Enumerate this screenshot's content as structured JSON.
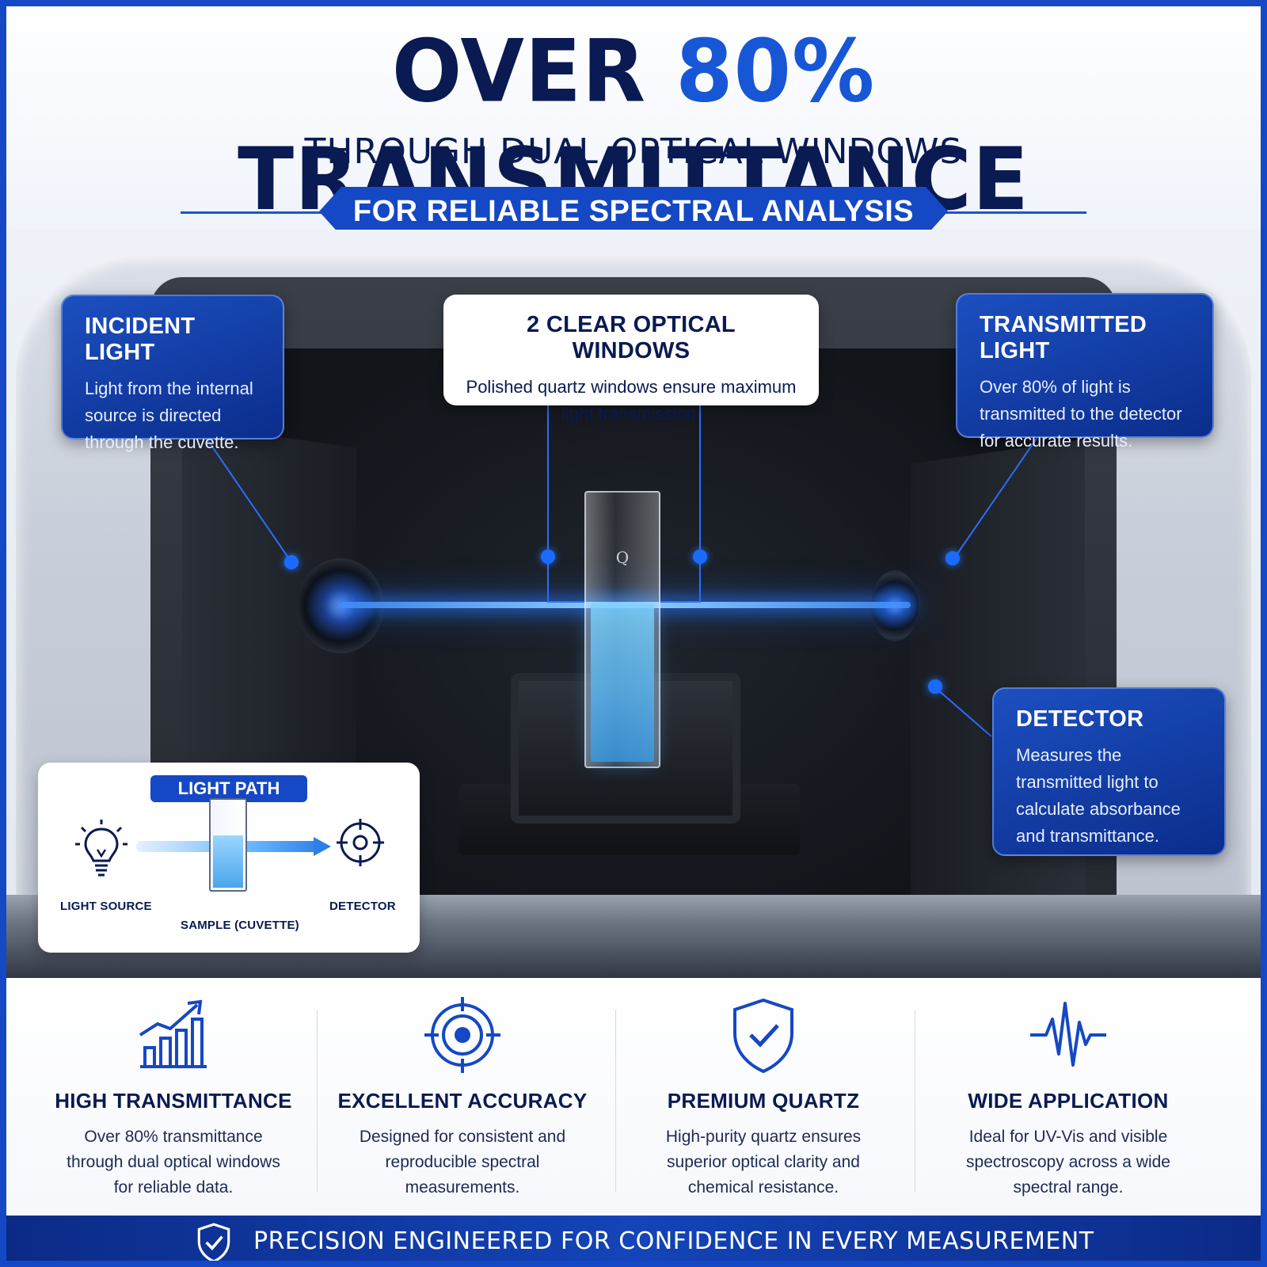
{
  "header": {
    "title_pre": "OVER ",
    "title_highlight": "80%",
    "title_post": " TRANSMITTANCE",
    "subtitle": "THROUGH DUAL OPTICAL WINDOWS",
    "ribbon": "FOR RELIABLE SPECTRAL ANALYSIS"
  },
  "scene": {
    "cuvette_mark": "Q"
  },
  "callouts": {
    "incident": {
      "title": "INCIDENT LIGHT",
      "body": "Light from the internal source is directed through the cuvette."
    },
    "windows": {
      "title": "2 CLEAR OPTICAL WINDOWS",
      "body": "Polished quartz windows ensure maximum light transmission."
    },
    "transmitted": {
      "title": "TRANSMITTED LIGHT",
      "body": "Over 80% of light is transmitted to the detector for accurate results."
    },
    "detector": {
      "title": "DETECTOR",
      "body": "Measures the transmitted light to calculate absorbance and transmittance."
    }
  },
  "light_path": {
    "badge": "LIGHT PATH",
    "source_label": "LIGHT SOURCE",
    "sample_label": "SAMPLE (CUVETTE)",
    "detector_label": "DETECTOR",
    "icons": [
      "lightbulb-icon",
      "cuvette-icon",
      "arrow-right-icon",
      "crosshair-icon"
    ]
  },
  "features": [
    {
      "icon": "bar-chart-growth-icon",
      "title": "HIGH TRANSMITTANCE",
      "body": "Over 80% transmittance through dual optical windows for reliable data."
    },
    {
      "icon": "target-icon",
      "title": "EXCELLENT ACCURACY",
      "body": "Designed for consistent and reproducible spectral measurements."
    },
    {
      "icon": "shield-check-icon",
      "title": "PREMIUM QUARTZ",
      "body": "High-purity quartz ensures superior optical clarity and chemical resistance."
    },
    {
      "icon": "waveform-icon",
      "title": "WIDE APPLICATION",
      "body": "Ideal for UV-Vis and visible spectroscopy across a wide spectral range."
    }
  ],
  "footer": {
    "icon": "shield-check-icon",
    "text": "PRECISION ENGINEERED FOR CONFIDENCE IN EVERY MEASUREMENT"
  },
  "colors": {
    "navy": "#0a1a52",
    "accent_blue": "#1757d6",
    "ribbon_blue": "#1548c4",
    "beam_glow": "#8fd0ff"
  }
}
